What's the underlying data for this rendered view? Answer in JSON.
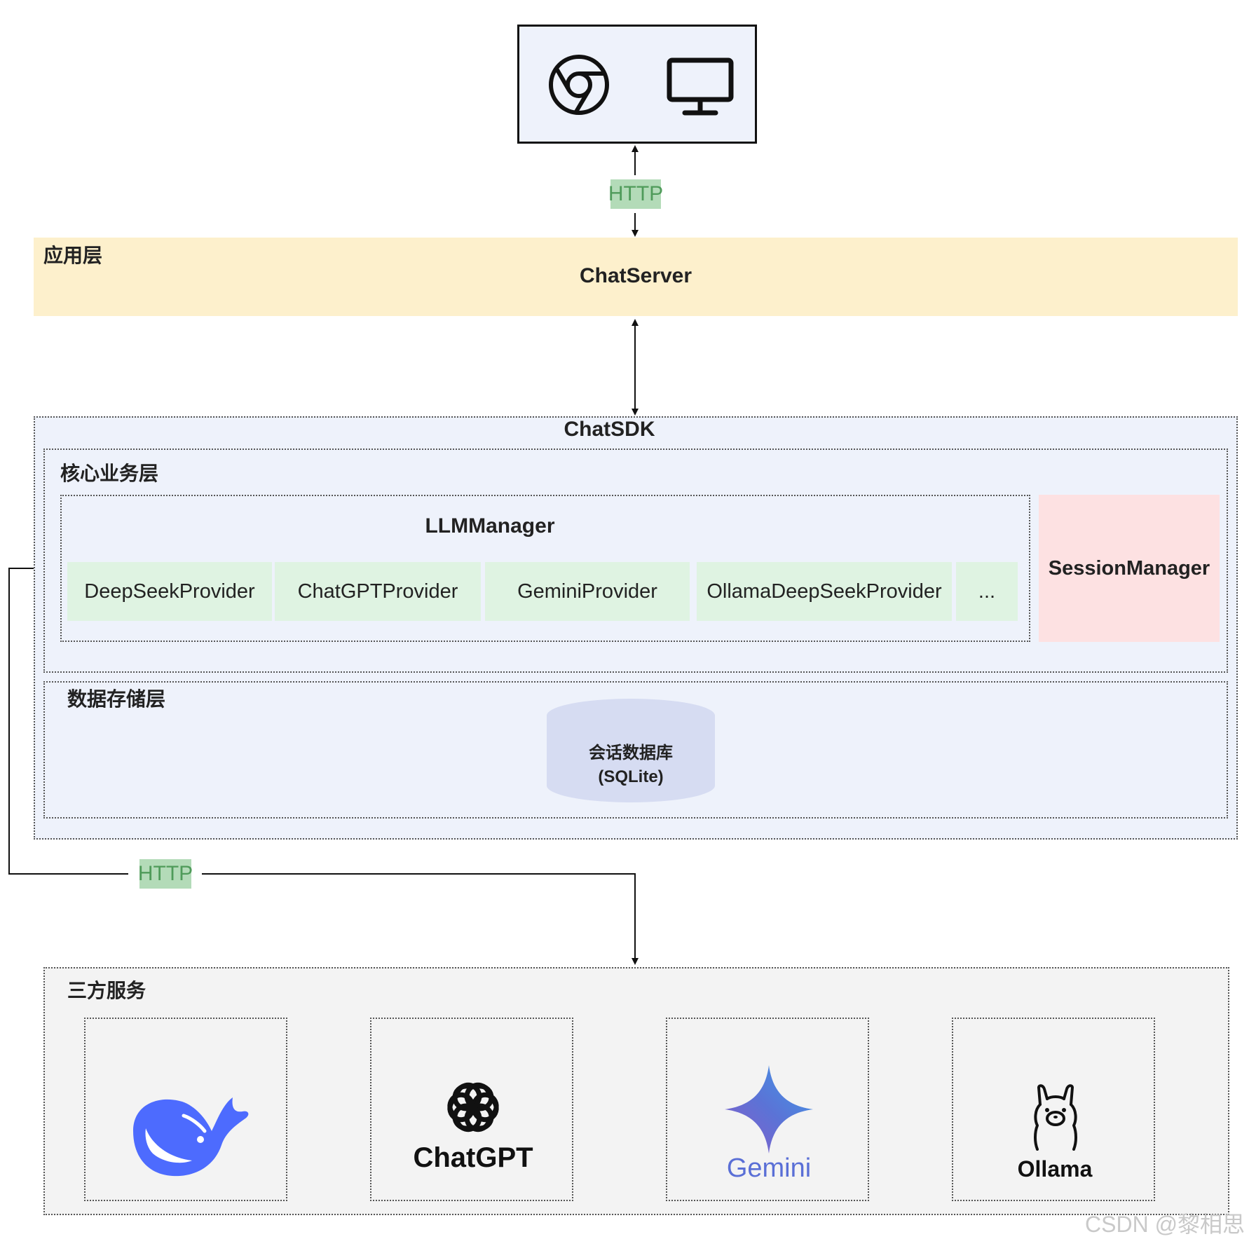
{
  "connectors": {
    "client_http": "HTTP",
    "third_party_http": "HTTP"
  },
  "app_layer": {
    "label": "应用层",
    "server_name": "ChatServer"
  },
  "sdk": {
    "title": "ChatSDK",
    "core_layer": {
      "label": "核心业务层",
      "llm_manager": "LLMManager",
      "providers": [
        "DeepSeekProvider",
        "ChatGPTProvider",
        "GeminiProvider",
        "OllamaDeepSeekProvider",
        "..."
      ],
      "session_manager": "SessionManager"
    },
    "storage_layer": {
      "label": "数据存储层",
      "db_line1": "会话数据库",
      "db_line2": "(SQLite)"
    }
  },
  "third_party": {
    "label": "三方服务",
    "services": [
      {
        "name": "",
        "icon": "deepseek-whale-icon"
      },
      {
        "name": "ChatGPT",
        "icon": "openai-knot-icon"
      },
      {
        "name": "Gemini",
        "icon": "gemini-star-icon"
      },
      {
        "name": "Ollama",
        "icon": "ollama-llama-icon"
      }
    ]
  },
  "watermark": "CSDN @黎相思",
  "colors": {
    "client_bg": "#eef2fb",
    "http_tag_bg": "#b3dbb8",
    "app_layer_bg": "#fdf0cc",
    "sdk_bg": "#eef2fb",
    "provider_bg": "#dff3e2",
    "session_bg": "#fde1e2",
    "db_bg": "#d6dcf2",
    "third_bg": "#f3f3f3",
    "deepseek_blue": "#4d6bfe"
  }
}
